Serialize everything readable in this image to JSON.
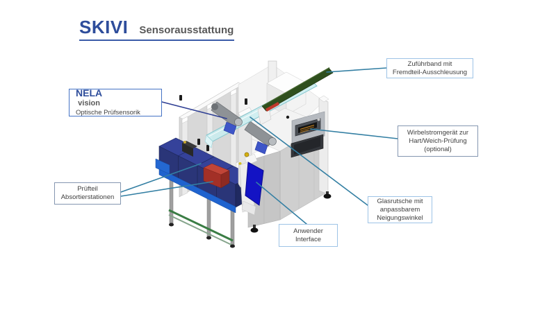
{
  "slide": {
    "title_brand": "SKIVI",
    "title_subtitle": "Sensorausstattung"
  },
  "callouts": {
    "zufuhrband": {
      "lines": [
        "Zuführband mit",
        "Fremdteil-Ausschleusung"
      ]
    },
    "nelavision": {
      "brand_bold": "NELA",
      "brand_rest": "vision",
      "subtitle": "Optische Prüfsensorik"
    },
    "wirbelstrom": {
      "lines": [
        "Wirbelstromgerät zur",
        "Hart/Weich-Prüfung",
        "(optional)"
      ]
    },
    "pruefteil": {
      "lines": [
        "Prüfteil",
        "Absortierstationen"
      ]
    },
    "glasrutsche": {
      "lines": [
        "Glasrutsche mit",
        "anpassbarem",
        "Neigungswinkel"
      ]
    },
    "anwender": {
      "lines": [
        "Anwender",
        "Interface"
      ]
    }
  },
  "colors": {
    "brand_navy": "#2E4D9B",
    "subtitle_gray": "#595959",
    "leader_teal": "#337FA3",
    "leader_navy": "#2F3F94",
    "box_border_light": "#9DC3E6",
    "conveyor_green": "#2F4F1D",
    "chute_cyan": "#C9EDF0",
    "screen_blue": "#1313C4",
    "bin_blue": "#2A3578",
    "reject_red": "#A33027",
    "eddy_display_amber": "#D08A1E"
  }
}
